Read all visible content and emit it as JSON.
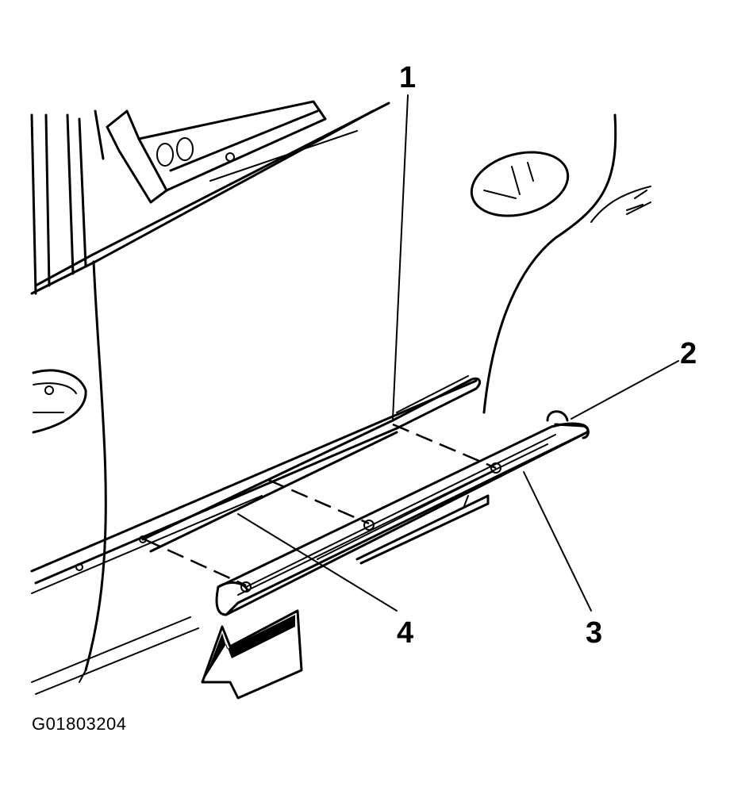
{
  "figure_id": "G01803204",
  "callouts": [
    {
      "id": "1",
      "text": "1"
    },
    {
      "id": "2",
      "text": "2"
    },
    {
      "id": "3",
      "text": "3"
    },
    {
      "id": "4",
      "text": "4"
    }
  ],
  "colors": {
    "ink": "#000000",
    "paper": "#ffffff"
  },
  "icons": [
    "front-direction-arrow-icon"
  ]
}
